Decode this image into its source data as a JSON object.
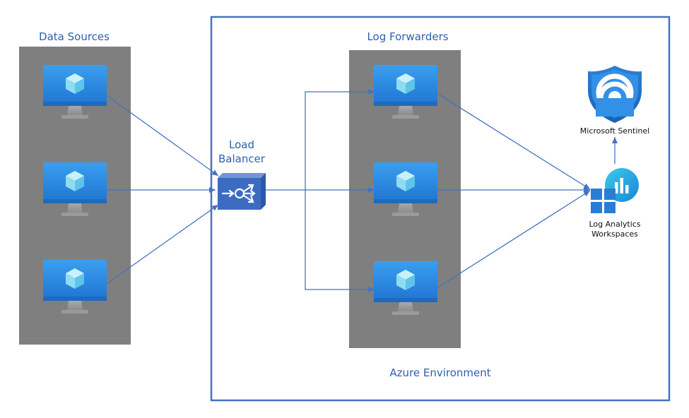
{
  "labels": {
    "data_sources": "Data Sources",
    "log_forwarders": "Log Forwarders",
    "load_balancer_line1": "Load",
    "load_balancer_line2": "Balancer",
    "microsoft_sentinel": "Microsoft Sentinel",
    "log_analytics_line1": "Log Analytics",
    "log_analytics_line2": "Workspaces",
    "azure_environment": "Azure Environment"
  },
  "icons": {
    "vm": "virtual-machine-icon",
    "load_balancer": "load-balancer-icon",
    "sentinel": "microsoft-sentinel-icon",
    "log_analytics": "log-analytics-workspace-icon"
  },
  "colors": {
    "connector": "#4472c4",
    "panel": "#7f7f7f",
    "frame": "#4472c4",
    "label": "#2f5fae"
  }
}
